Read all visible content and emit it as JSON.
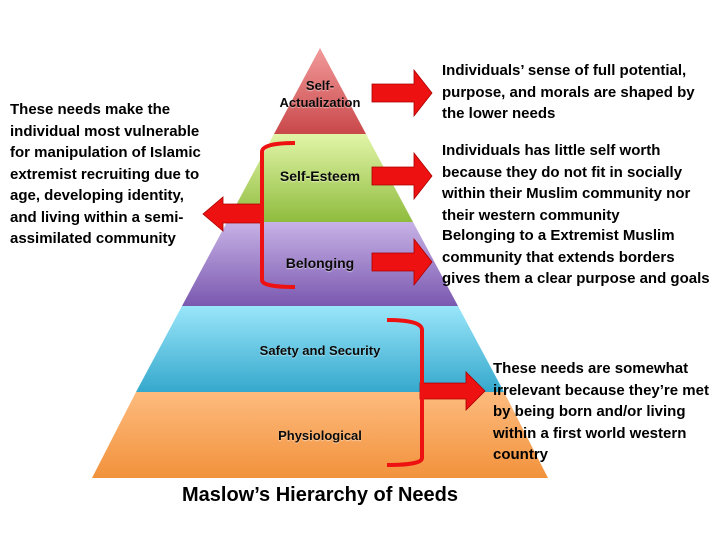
{
  "title": "Maslow’s Hierarchy of Needs",
  "levels": [
    {
      "label": "Self-\nActualization",
      "color_top": "#f29a9a",
      "color_bottom": "#c9484a"
    },
    {
      "label": "Self-Esteem",
      "color_top": "#e2f5a8",
      "color_bottom": "#8fbc3e"
    },
    {
      "label": "Belonging",
      "color_top": "#c7b2e6",
      "color_bottom": "#7a58b0"
    },
    {
      "label": "Safety and Security",
      "color_top": "#9ae6fa",
      "color_bottom": "#35a8cc"
    },
    {
      "label": "Physiological",
      "color_top": "#fdbb7e",
      "color_bottom": "#f2923c"
    }
  ],
  "annotations": {
    "self_actualization": "Individuals’ sense of full potential, purpose, and morals are shaped by the lower needs",
    "self_esteem": "Individuals has little self worth because they do not fit in socially within their Muslim community nor their western community",
    "belonging": "Belonging to a Extremist Muslim community that extends borders gives them a clear purpose and goals",
    "lower_needs": "These needs are somewhat irrelevant because they’re met by being born and/or living within a first world western country",
    "vulnerable": "These needs make the individual most vulnerable for manipulation of Islamic extremist recruiting due to age, developing identity, and living within a semi-assimilated community"
  },
  "arrow_color": "#ee1111"
}
